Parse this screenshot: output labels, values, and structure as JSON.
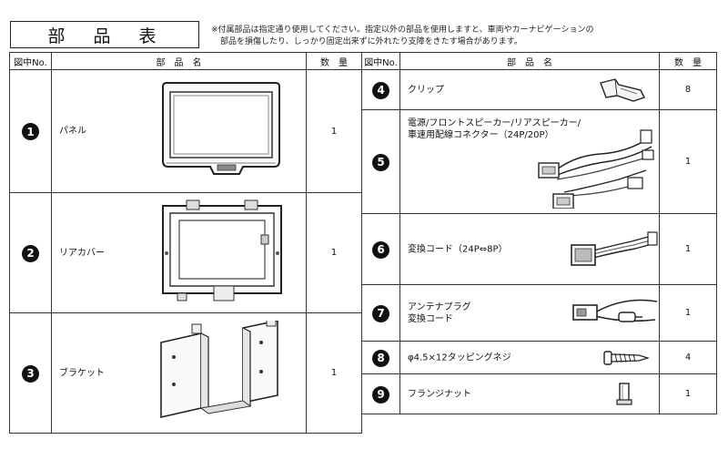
{
  "title": "部　品　表",
  "notes": [
    "※付属部品は指定通り使用してください。指定以外の部品を使用しますと、車両やカーナビゲーションの",
    "部品を損傷したり、しっかり固定出来ずに外れたり支障をきたす場合があります。"
  ],
  "headers": {
    "num": "図中No.",
    "name": "部　品　名",
    "qty": "数　量"
  },
  "left_items": [
    {
      "no": "1",
      "name": "パネル",
      "qty": "1",
      "icon": "panel-image"
    },
    {
      "no": "2",
      "name": "リアカバー",
      "qty": "1",
      "icon": "rear-cover-image"
    },
    {
      "no": "3",
      "name": "ブラケット",
      "qty": "1",
      "icon": "bracket-image"
    }
  ],
  "right_items": [
    {
      "no": "4",
      "name": "クリップ",
      "qty": "8",
      "icon": "clip-image"
    },
    {
      "no": "5",
      "name_lines": [
        "電源/フロントスピーカー/リアスピーカー/",
        "車速用配線コネクター（24P/20P）"
      ],
      "qty": "1",
      "icon": "wire-harness-image"
    },
    {
      "no": "6",
      "name": "変換コード（24P⇔8P）",
      "qty": "1",
      "icon": "conversion-cord-image"
    },
    {
      "no": "7",
      "name_lines": [
        "アンテナプラグ",
        "変換コード"
      ],
      "qty": "1",
      "icon": "antenna-plug-image"
    },
    {
      "no": "8",
      "name": "φ4.5×12タッピングネジ",
      "qty": "4",
      "icon": "tapping-screw-image"
    },
    {
      "no": "9",
      "name": "フランジナット",
      "qty": "1",
      "icon": "flange-nut-image"
    }
  ]
}
